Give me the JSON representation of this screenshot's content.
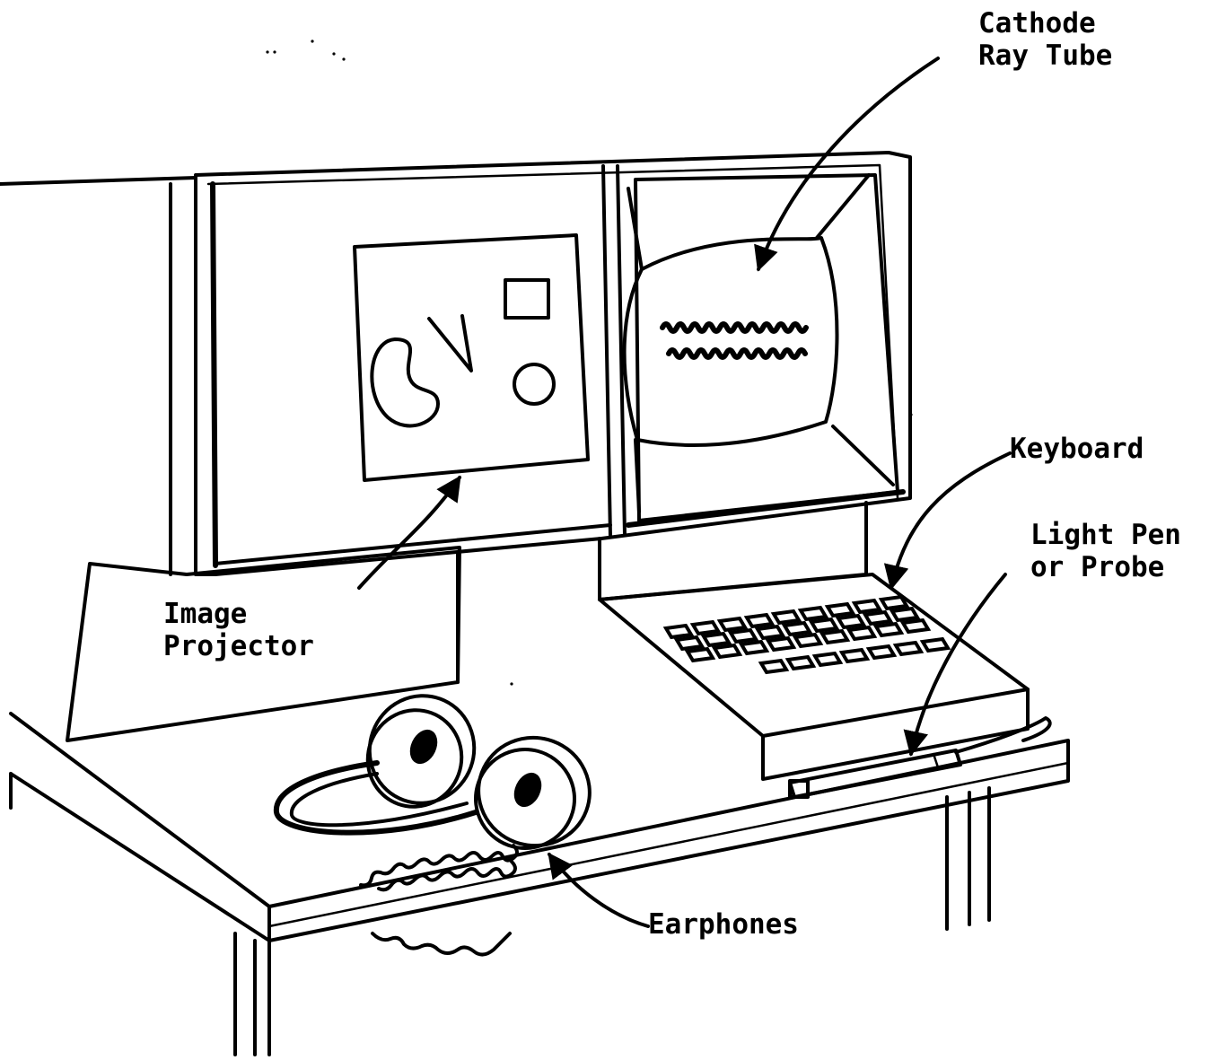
{
  "labels": {
    "crt_line1": "Cathode",
    "crt_line2": "Ray Tube",
    "keyboard": "Keyboard",
    "light_pen_line1": "Light Pen",
    "light_pen_line2": "or Probe",
    "projector_line1": "Image",
    "projector_line2": "Projector",
    "earphones": "Earphones"
  },
  "colors": {
    "ink": "#000000",
    "paper": "#ffffff"
  },
  "icons": [
    "arrow-icon",
    "headphones-icon",
    "light-pen-icon",
    "keyboard-icon",
    "crt-screen-icon",
    "projector-screen-icon"
  ]
}
